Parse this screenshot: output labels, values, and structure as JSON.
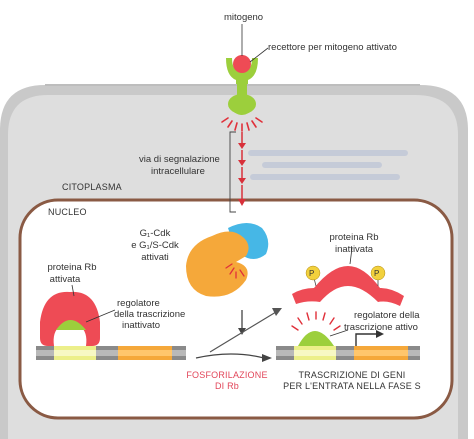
{
  "labels": {
    "mitogen": "mitogeno",
    "receptor": "recettore per mitogeno attivato",
    "signaling_1": "via di segnalazione",
    "signaling_2": "intracellulare",
    "cytoplasm": "CITOPLASMA",
    "nucleus": "NUCLEO",
    "cdk_1": "G₁-Cdk",
    "cdk_2": "e G₁/S-Cdk",
    "cdk_3": "attivati",
    "rb_active_1": "proteina Rb",
    "rb_active_2": "attivata",
    "reg_inactive_1": "regolatore",
    "reg_inactive_2": "della trascrizione",
    "reg_inactive_3": "inattivato",
    "rb_inactive_1": "proteina Rb",
    "rb_inactive_2": "inattivata",
    "reg_active_1": "regolatore della",
    "reg_active_2": "trascrizione attivo",
    "phospho_1": "FOSFORILAZIONE",
    "phospho_2": "DI Rb",
    "transcription_1": "TRASCRIZIONE DI GENI",
    "transcription_2": "PER L'ENTRATA NELLA FASE S",
    "phosphate": "P"
  },
  "colors": {
    "cell_fill": "#cfcfcf",
    "cytoplasm_fill": "#dcdcdc",
    "nucleus_fill": "#ffffff",
    "nucleus_border": "#8a5a44",
    "green": "#9ccf3c",
    "red": "#ee4b55",
    "orange": "#f5a83a",
    "blue": "#46b7e6",
    "yellow_dna": "#ecef8a",
    "phosphate": "#f2d13d"
  }
}
